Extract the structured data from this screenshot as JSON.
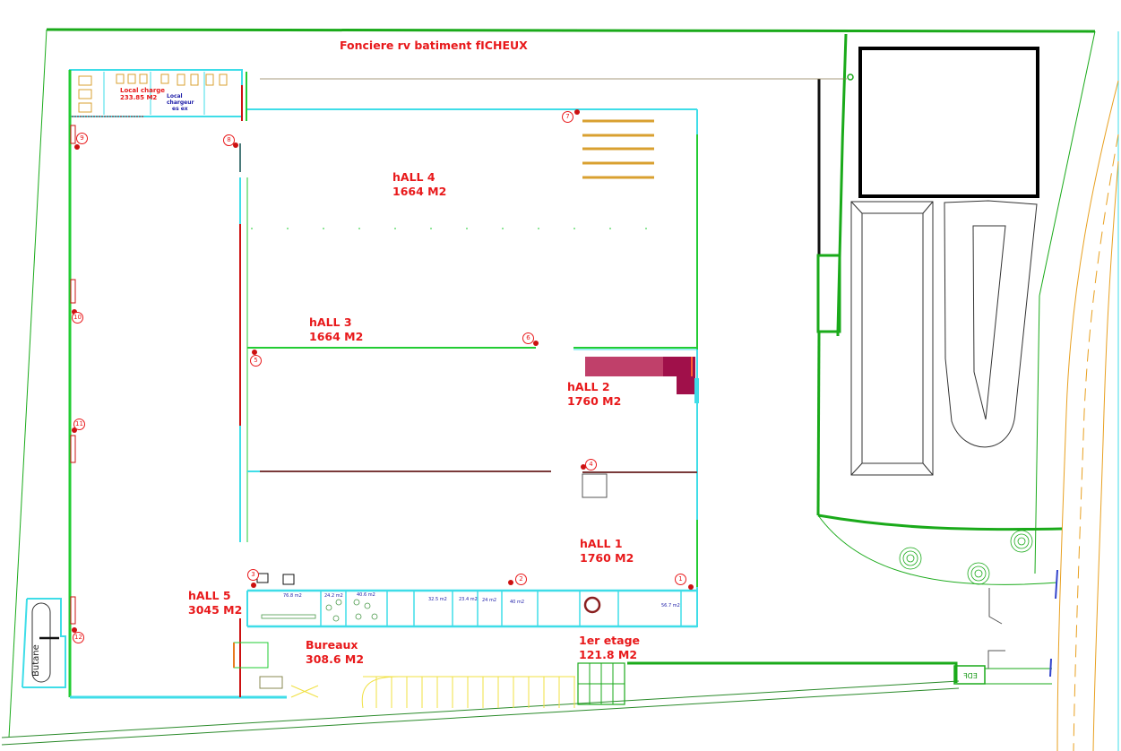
{
  "title": "Fonciere rv batiment fICHEUX",
  "halls": [
    {
      "name": "hALL 4",
      "area": "1664 M2"
    },
    {
      "name": "hALL 3",
      "area": "1664 M2"
    },
    {
      "name": "hALL 2",
      "area": "1760 M2"
    },
    {
      "name": "hALL 1",
      "area": "1760 M2"
    },
    {
      "name": "hALL 5",
      "area": "3045 M2"
    }
  ],
  "bureaux": {
    "name": "Bureaux",
    "area": "308.6 M2"
  },
  "etage": {
    "name": "1er etage",
    "area": "121.8 M2"
  },
  "local_charge": {
    "name": "Local charge",
    "area": "233.85 M2"
  },
  "local_chargeur": {
    "line1": "Local",
    "line2": "chargeur",
    "line3": "es ex"
  },
  "butane": "Butane",
  "edf": "EDF",
  "office_rooms": [
    "76.8 m2",
    "24.2 m2",
    "40.6 m2",
    "32.5 m2",
    "23.4 m2",
    "24 m2",
    "40 m2",
    "56.7 m2"
  ],
  "fire_markers": [
    "1",
    "2",
    "3",
    "4",
    "5",
    "6",
    "7",
    "8",
    "9",
    "10",
    "11",
    "12"
  ],
  "colors": {
    "label_red": "#e8191b",
    "wall_cyan": "#3fdde8",
    "wall_green": "#22cc33",
    "boundary_green": "#1aaa1a",
    "wall_red": "#cc1111",
    "rack_orange": "#d9a030",
    "storage_maroon": "#a0104a",
    "parking_yellow": "#f0e040"
  }
}
